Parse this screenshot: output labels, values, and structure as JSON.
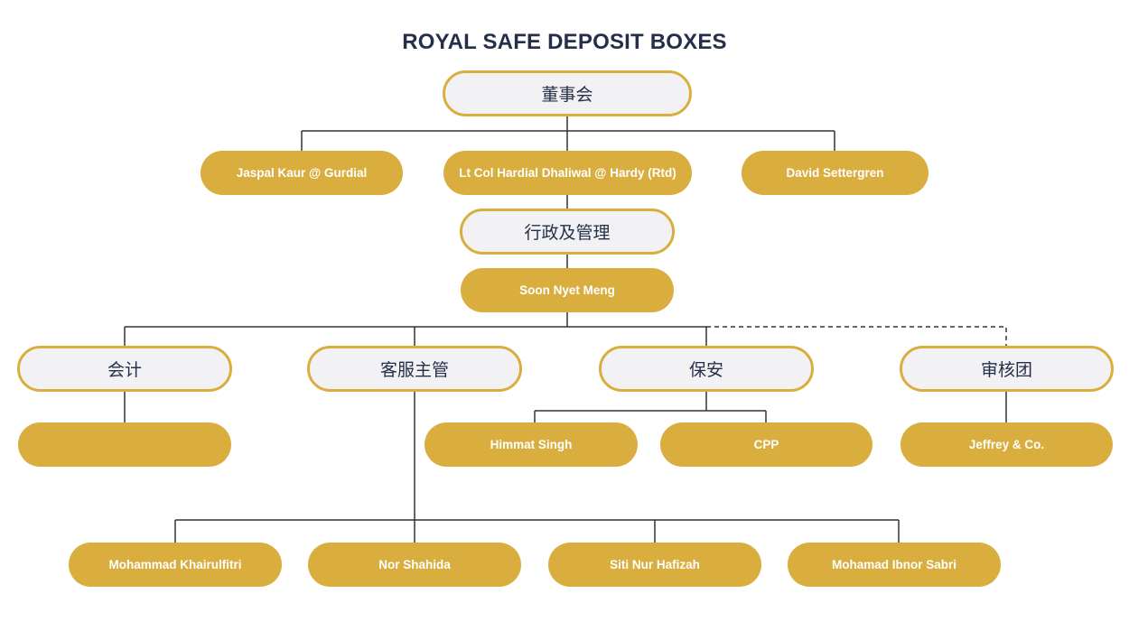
{
  "title": "ROYAL SAFE DEPOSIT BOXES",
  "colors": {
    "gold": "#d9ae3f",
    "dept_fill": "#f2f2f5",
    "title": "#262f4a",
    "line": "#333333"
  },
  "nodes": {
    "board": "董事会",
    "director_1": "Jaspal Kaur @ Gurdial",
    "director_2": "Lt Col Hardial Dhaliwal @ Hardy (Rtd)",
    "director_3": "David Settergren",
    "admin": "行政及管理",
    "admin_head": "Soon Nyet Meng",
    "accounting": "会计",
    "accounting_staff": "",
    "customer_service": "客服主管",
    "security": "保安",
    "audit": "审核团",
    "security_1": "Himmat Singh",
    "security_2": "CPP",
    "auditor": "Jeffrey & Co.",
    "cs_1": "Mohammad Khairulfitri",
    "cs_2": "Nor Shahida",
    "cs_3": "Siti Nur Hafizah",
    "cs_4": "Mohamad Ibnor Sabri"
  },
  "relations": [
    {
      "from": "board",
      "to": "director_1",
      "style": "solid"
    },
    {
      "from": "board",
      "to": "director_2",
      "style": "solid"
    },
    {
      "from": "board",
      "to": "director_3",
      "style": "solid"
    },
    {
      "from": "director_2",
      "to": "admin",
      "style": "solid"
    },
    {
      "from": "admin",
      "to": "admin_head",
      "style": "solid"
    },
    {
      "from": "admin_head",
      "to": "accounting",
      "style": "solid"
    },
    {
      "from": "admin_head",
      "to": "customer_service",
      "style": "solid"
    },
    {
      "from": "admin_head",
      "to": "security",
      "style": "solid"
    },
    {
      "from": "admin_head",
      "to": "audit",
      "style": "dashed"
    },
    {
      "from": "accounting",
      "to": "accounting_staff",
      "style": "solid"
    },
    {
      "from": "security",
      "to": "security_1",
      "style": "solid"
    },
    {
      "from": "security",
      "to": "security_2",
      "style": "solid"
    },
    {
      "from": "audit",
      "to": "auditor",
      "style": "solid"
    },
    {
      "from": "customer_service",
      "to": "cs_1",
      "style": "solid"
    },
    {
      "from": "customer_service",
      "to": "cs_2",
      "style": "solid"
    },
    {
      "from": "customer_service",
      "to": "cs_3",
      "style": "solid"
    },
    {
      "from": "customer_service",
      "to": "cs_4",
      "style": "solid"
    }
  ]
}
